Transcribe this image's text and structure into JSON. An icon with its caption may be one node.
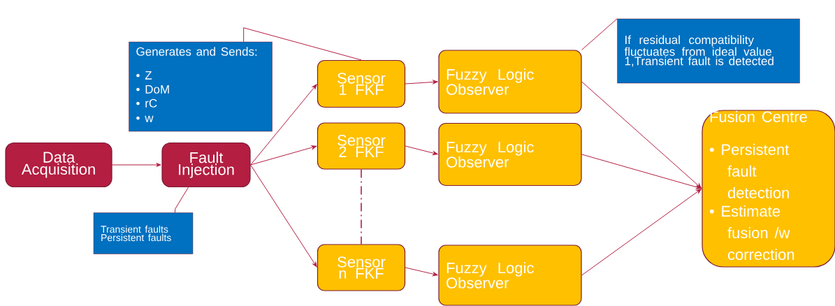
{
  "diagram": {
    "nodes": [
      {
        "text": [
          "Data Acquisition"
        ]
      },
      {
        "text": [
          "Fault Injection"
        ]
      },
      {
        "text": [
          "Sensor 1 FKF"
        ]
      },
      {
        "text": [
          "Sensor 2 FKF"
        ]
      },
      {
        "text": [
          "Sensor n FKF"
        ]
      },
      {
        "text": [
          "Fuzzy Logic Observer"
        ]
      },
      {
        "text": [
          "Fuzzy Logic Observer"
        ]
      },
      {
        "text": [
          "Fuzzy Logic Observer"
        ]
      },
      {
        "text": [
          "Fusion Centre",
          "• Persistent fault detection",
          "• Estimate fusion /w correction"
        ]
      },
      {
        "text": [
          "Generates and Sends:",
          "• Z",
          "• DoM",
          "• rC",
          "• w"
        ]
      },
      {
        "text": [
          "If residual compatibility fluctuates from ideal value 1,Transient fault is detected"
        ]
      },
      {
        "text": [
          "Transient faults",
          "Persistent faults"
        ]
      }
    ],
    "edges": [
      {
        "from": 0,
        "to": 1,
        "arrow": "to"
      },
      {
        "from": 1,
        "to": 2,
        "arrow": "to"
      },
      {
        "from": 1,
        "to": 3,
        "arrow": "to"
      },
      {
        "from": 1,
        "to": 4,
        "arrow": "to"
      },
      {
        "from": 2,
        "to": 5,
        "arrow": "to"
      },
      {
        "from": 3,
        "to": 6,
        "arrow": "to"
      },
      {
        "from": 4,
        "to": 7,
        "arrow": "to"
      },
      {
        "from": 5,
        "to": 8,
        "arrow": "to"
      },
      {
        "from": 6,
        "to": 8,
        "arrow": "to"
      },
      {
        "from": 7,
        "to": 8,
        "arrow": "to"
      },
      {
        "from": 3,
        "to": 4,
        "arrow": "none",
        "style": "dashed"
      },
      {
        "from": 9,
        "to": 2,
        "arrow": "none"
      },
      {
        "from": 10,
        "to": 5,
        "arrow": "none"
      },
      {
        "from": 11,
        "to": 1,
        "arrow": "none"
      }
    ]
  }
}
